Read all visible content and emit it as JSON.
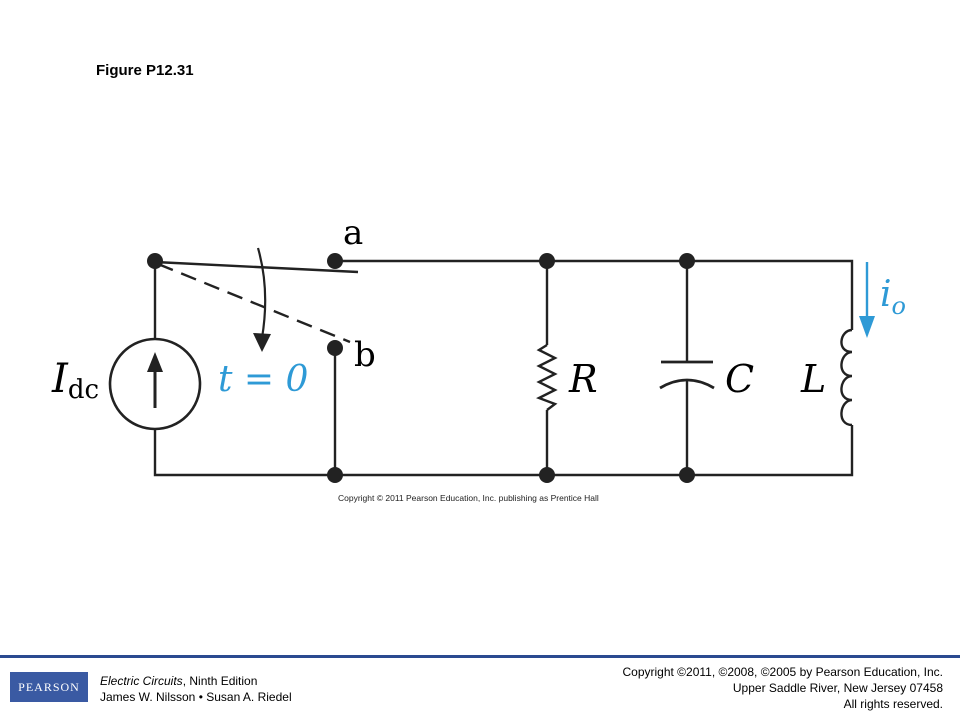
{
  "figure_title": "Figure P12.31",
  "diagram": {
    "node_a_label": "a",
    "node_b_label": "b",
    "source_symbol": "I",
    "source_subscript": "dc",
    "switch_time_label": "t = 0",
    "resistor_label": "R",
    "capacitor_label": "C",
    "inductor_label": "L",
    "current_symbol": "i",
    "current_subscript": "o",
    "copyright": "Copyright © 2011 Pearson Education, Inc. publishing as Prentice Hall",
    "colors": {
      "wire": "#222222",
      "highlight": "#2e9ad6"
    }
  },
  "footer": {
    "logo_text": "PEARSON",
    "book_title": "Electric Circuits",
    "book_edition": ", Ninth Edition",
    "authors": "James W. Nilsson • Susan A. Riedel",
    "rights_line1": "Copyright ©2011, ©2008, ©2005 by Pearson Education, Inc.",
    "rights_line2": "Upper Saddle River, New Jersey 07458",
    "rights_line3": "All rights reserved.",
    "rule_color": "#2a4a90",
    "logo_color": "#3a5aa3"
  }
}
